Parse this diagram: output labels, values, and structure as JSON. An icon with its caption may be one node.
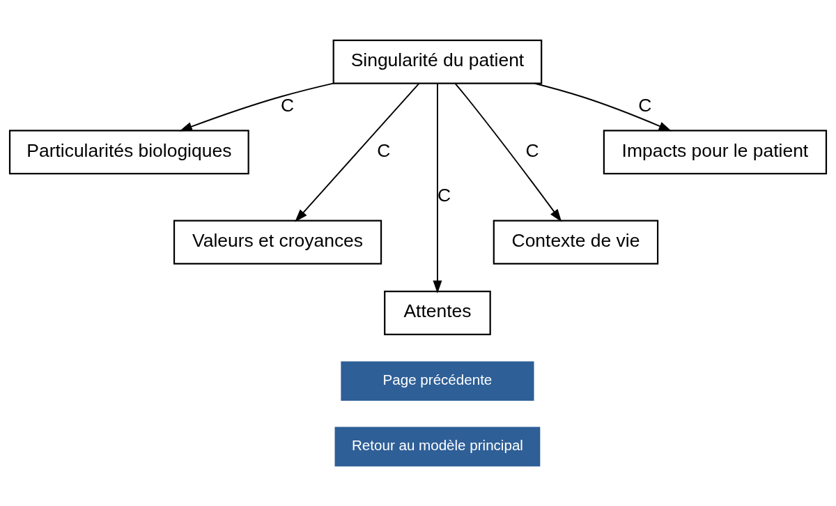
{
  "diagram": {
    "nodes": [
      {
        "text": [
          "Singularité du patient"
        ]
      },
      {
        "text": [
          "Particularités biologiques"
        ]
      },
      {
        "text": [
          "Valeurs et croyances"
        ]
      },
      {
        "text": [
          "Attentes"
        ]
      },
      {
        "text": [
          "Contexte de vie"
        ]
      },
      {
        "text": [
          "Impacts pour le patient"
        ]
      }
    ],
    "edges": [
      {
        "from": 0,
        "to": 1,
        "arrow": "to",
        "label": "C"
      },
      {
        "from": 0,
        "to": 2,
        "arrow": "to",
        "label": "C"
      },
      {
        "from": 0,
        "to": 3,
        "arrow": "to",
        "label": "C"
      },
      {
        "from": 0,
        "to": 4,
        "arrow": "to",
        "label": "C"
      },
      {
        "from": 0,
        "to": 5,
        "arrow": "to",
        "label": "C"
      }
    ],
    "labels": [
      "Page précédente",
      "Retour au modèle principal"
    ]
  }
}
